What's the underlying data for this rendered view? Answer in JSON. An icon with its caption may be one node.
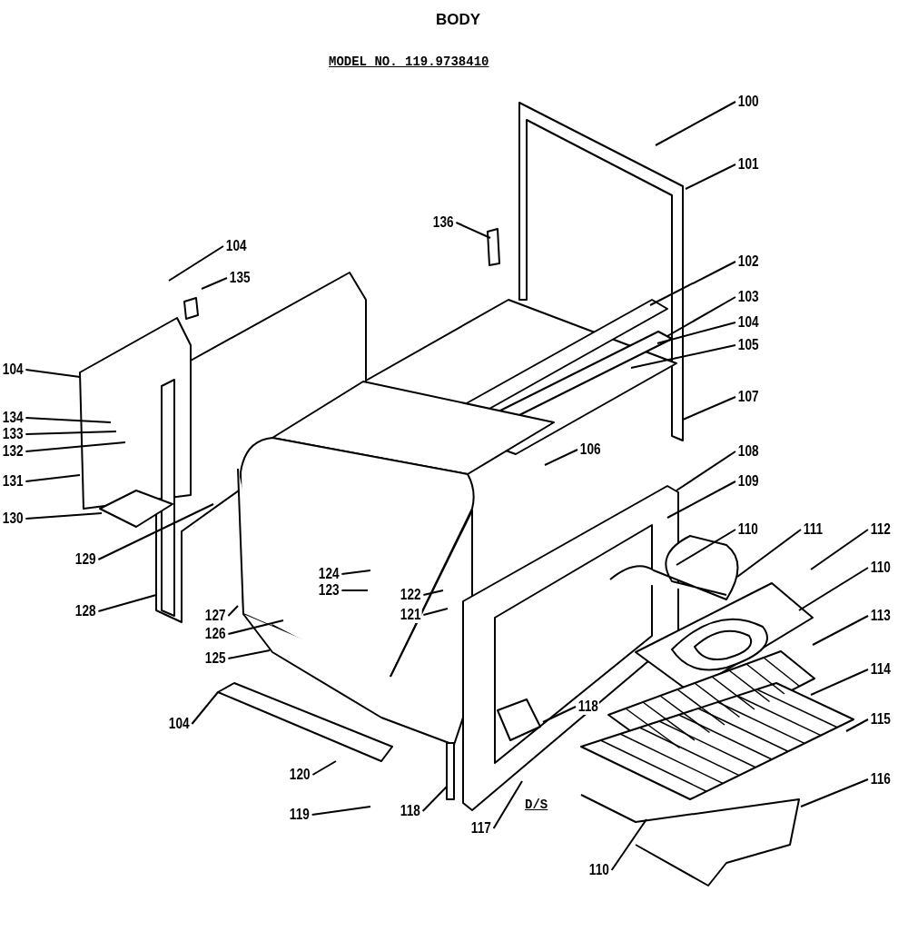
{
  "diagram": {
    "title": "BODY",
    "nodes": [
      {
        "text": [
          "100"
        ]
      },
      {
        "text": [
          "101"
        ]
      },
      {
        "text": [
          "136"
        ]
      },
      {
        "text": [
          "104"
        ]
      },
      {
        "text": [
          "135"
        ]
      },
      {
        "text": [
          "102"
        ]
      },
      {
        "text": [
          "103"
        ]
      },
      {
        "text": [
          "104"
        ]
      },
      {
        "text": [
          "105"
        ]
      },
      {
        "text": [
          "104"
        ]
      },
      {
        "text": [
          "134"
        ]
      },
      {
        "text": [
          "133"
        ]
      },
      {
        "text": [
          "132"
        ]
      },
      {
        "text": [
          "131"
        ]
      },
      {
        "text": [
          "107"
        ]
      },
      {
        "text": [
          "106"
        ]
      },
      {
        "text": [
          "108"
        ]
      },
      {
        "text": [
          "109"
        ]
      },
      {
        "text": [
          "110"
        ]
      },
      {
        "text": [
          "111"
        ]
      },
      {
        "text": [
          "112"
        ]
      },
      {
        "text": [
          "110"
        ]
      },
      {
        "text": [
          "130"
        ]
      },
      {
        "text": [
          "129"
        ]
      },
      {
        "text": [
          "124"
        ]
      },
      {
        "text": [
          "123"
        ]
      },
      {
        "text": [
          "122"
        ]
      },
      {
        "text": [
          "121"
        ]
      },
      {
        "text": [
          "128"
        ]
      },
      {
        "text": [
          "127"
        ]
      },
      {
        "text": [
          "126"
        ]
      },
      {
        "text": [
          "125"
        ]
      },
      {
        "text": [
          "113"
        ]
      },
      {
        "text": [
          "114"
        ]
      },
      {
        "text": [
          "115"
        ]
      },
      {
        "text": [
          "104"
        ]
      },
      {
        "text": [
          "118"
        ]
      },
      {
        "text": [
          "116"
        ]
      },
      {
        "text": [
          "120"
        ]
      },
      {
        "text": [
          "119"
        ]
      },
      {
        "text": [
          "118"
        ]
      },
      {
        "text": [
          "117"
        ]
      },
      {
        "text": [
          "110"
        ]
      }
    ],
    "edges": [
      {
        "from": 0,
        "to": null,
        "arrow": "none"
      },
      {
        "from": 1,
        "to": null,
        "arrow": "none"
      },
      {
        "from": 2,
        "to": null,
        "arrow": "none"
      },
      {
        "from": 3,
        "to": null,
        "arrow": "none"
      },
      {
        "from": 4,
        "to": null,
        "arrow": "none"
      },
      {
        "from": 5,
        "to": null,
        "arrow": "none"
      },
      {
        "from": 6,
        "to": null,
        "arrow": "none"
      },
      {
        "from": 7,
        "to": null,
        "arrow": "none"
      },
      {
        "from": 8,
        "to": null,
        "arrow": "none"
      },
      {
        "from": 9,
        "to": null,
        "arrow": "none"
      },
      {
        "from": 10,
        "to": null,
        "arrow": "none"
      },
      {
        "from": 11,
        "to": null,
        "arrow": "none"
      },
      {
        "from": 12,
        "to": null,
        "arrow": "none"
      },
      {
        "from": 13,
        "to": null,
        "arrow": "none"
      },
      {
        "from": 14,
        "to": null,
        "arrow": "none"
      },
      {
        "from": 15,
        "to": null,
        "arrow": "none"
      },
      {
        "from": 16,
        "to": null,
        "arrow": "none"
      },
      {
        "from": 17,
        "to": null,
        "arrow": "none"
      },
      {
        "from": 18,
        "to": null,
        "arrow": "none"
      },
      {
        "from": 19,
        "to": null,
        "arrow": "none"
      },
      {
        "from": 20,
        "to": null,
        "arrow": "none"
      },
      {
        "from": 21,
        "to": null,
        "arrow": "none"
      },
      {
        "from": 22,
        "to": null,
        "arrow": "none"
      },
      {
        "from": 23,
        "to": null,
        "arrow": "none"
      },
      {
        "from": 24,
        "to": null,
        "arrow": "none"
      },
      {
        "from": 25,
        "to": null,
        "arrow": "none"
      },
      {
        "from": 26,
        "to": null,
        "arrow": "none"
      },
      {
        "from": 27,
        "to": null,
        "arrow": "none"
      },
      {
        "from": 28,
        "to": null,
        "arrow": "none"
      },
      {
        "from": 29,
        "to": null,
        "arrow": "none"
      },
      {
        "from": 30,
        "to": null,
        "arrow": "none"
      },
      {
        "from": 31,
        "to": null,
        "arrow": "none"
      },
      {
        "from": 32,
        "to": null,
        "arrow": "none"
      },
      {
        "from": 33,
        "to": null,
        "arrow": "none"
      },
      {
        "from": 34,
        "to": null,
        "arrow": "none"
      },
      {
        "from": 35,
        "to": null,
        "arrow": "none"
      },
      {
        "from": 36,
        "to": null,
        "arrow": "none"
      },
      {
        "from": 37,
        "to": null,
        "arrow": "none"
      },
      {
        "from": 38,
        "to": null,
        "arrow": "none"
      },
      {
        "from": 39,
        "to": null,
        "arrow": "none"
      },
      {
        "from": 40,
        "to": null,
        "arrow": "none"
      },
      {
        "from": 41,
        "to": null,
        "arrow": "none"
      },
      {
        "from": 42,
        "to": null,
        "arrow": "none"
      }
    ],
    "labels": [
      "MODEL NO. 119.9738410",
      "D/S"
    ]
  }
}
